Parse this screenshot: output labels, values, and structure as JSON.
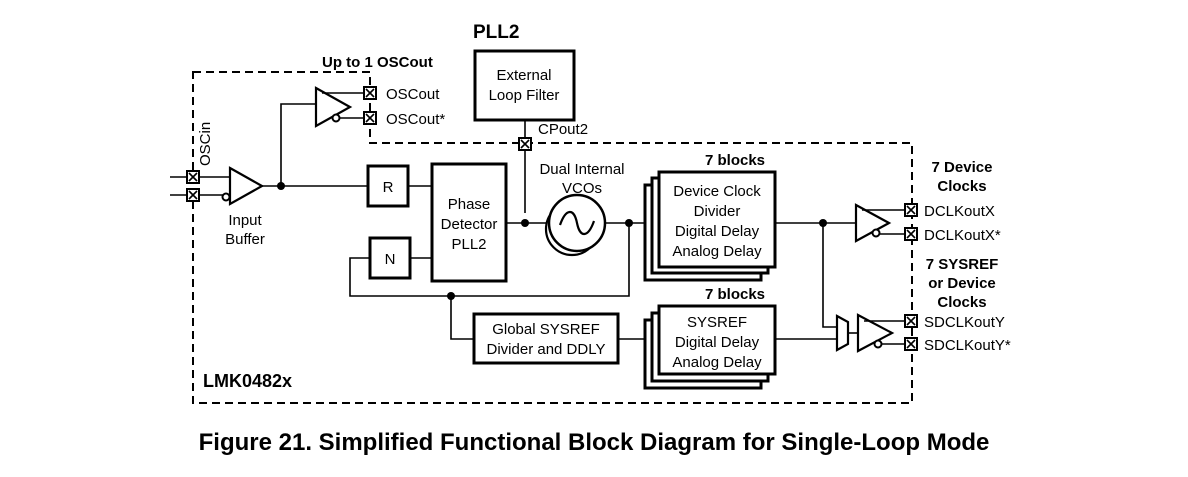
{
  "diagram": {
    "plls": {
      "title": "PLL2"
    },
    "device_name": "LMK0482x",
    "input": {
      "pin_label": "OSCin",
      "buffer_label_1": "Input",
      "buffer_label_2": "Buffer"
    },
    "oscout": {
      "heading": "Up to 1 OSCout",
      "pin_pos": "OSCout",
      "pin_neg": "OSCout*"
    },
    "loop_filter": {
      "line1": "External",
      "line2": "Loop Filter",
      "pin": "CPout2"
    },
    "r_divider": "R",
    "n_divider": "N",
    "phase_detector": {
      "line1": "Phase",
      "line2": "Detector",
      "line3": "PLL2"
    },
    "vco": {
      "line1": "Dual Internal",
      "line2": "VCOs"
    },
    "device_clock_block": {
      "count_label": "7 blocks",
      "line1": "Device Clock",
      "line2": "Divider",
      "line3": "Digital Delay",
      "line4": "Analog Delay"
    },
    "sysref_global": {
      "line1": "Global SYSREF",
      "line2": "Divider and DDLY"
    },
    "sysref_block": {
      "count_label": "7 blocks",
      "line1": "SYSREF",
      "line2": "Digital Delay",
      "line3": "Analog Delay"
    },
    "device_clocks_out": {
      "heading1": "7 Device",
      "heading2": "Clocks",
      "pin_pos": "DCLKoutX",
      "pin_neg": "DCLKoutX*"
    },
    "sysref_out": {
      "heading1": "7 SYSREF",
      "heading2": "or Device",
      "heading3": "Clocks",
      "pin_pos": "SDCLKoutY",
      "pin_neg": "SDCLKoutY*"
    }
  },
  "caption": "Figure 21.  Simplified Functional Block Diagram for Single-Loop Mode"
}
